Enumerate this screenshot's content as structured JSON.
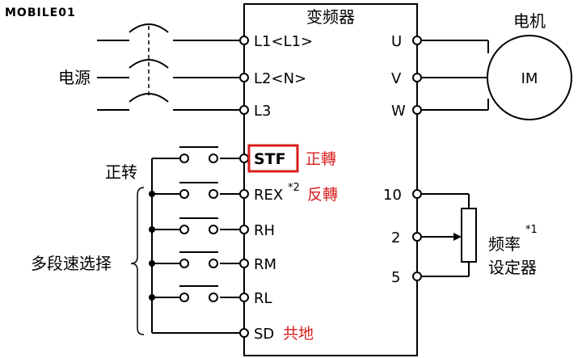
{
  "watermark": "MOBILE01",
  "inverter_title": "变频器",
  "motor_title": "电机",
  "motor_symbol": "IM",
  "power_label": "电源",
  "forward_label": "正转",
  "multispeed_label": "多段速选择",
  "pot_label_1": "频率",
  "pot_label_2": "设定器",
  "pot_note": "*1",
  "left_terminals": {
    "l1": "L1<L1>",
    "l2": "L2<N>",
    "l3": "L3",
    "stf": "STF",
    "rex": "REX",
    "rex_note": "*2",
    "rh": "RH",
    "rm": "RM",
    "rl": "RL",
    "sd": "SD"
  },
  "right_terminals": {
    "u": "U",
    "v": "V",
    "w": "W",
    "t10": "10",
    "t2": "2",
    "t5": "5"
  },
  "annotations": {
    "stf": "正轉",
    "rex": "反轉",
    "sd": "共地"
  },
  "colors": {
    "annotation": "#d81e1e",
    "line": "#000000"
  }
}
